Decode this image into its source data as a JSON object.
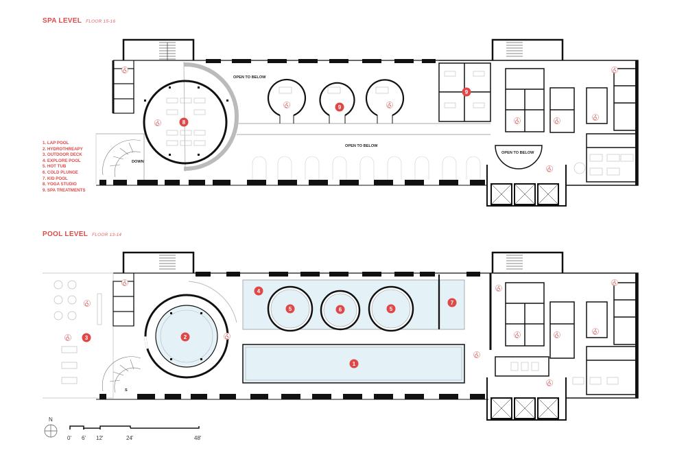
{
  "spa_level": {
    "title": "SPA LEVEL",
    "subtitle": "FLOOR 15-16"
  },
  "pool_level": {
    "title": "POOL LEVEL",
    "subtitle": "FLOOR 13-14"
  },
  "legend": [
    "1. LAP POOL",
    "2. HYDROTHREAPY",
    "3. OUTDOOR DECK",
    "4. EXPLORE POOL",
    "5. HOT TUB",
    "6. COLD PLUNGE",
    "7. KID POOL",
    "8. YOGA STUDIO",
    "9. SPA TREATMENTS"
  ],
  "notes": {
    "open_to_below_top": "OPEN TO BELOW",
    "open_to_below_mid": "OPEN TO BELOW",
    "open_to_below_right": "OPEN TO BELOW",
    "down": "DOWN",
    "stair_s": "S"
  },
  "markers": {
    "spa_8": "8",
    "spa_9a": "9",
    "spa_9b": "9",
    "pool_1": "1",
    "pool_2": "2",
    "pool_3": "3",
    "pool_4": "4",
    "pool_5a": "5",
    "pool_5b": "5",
    "pool_6": "6",
    "pool_7": "7"
  },
  "scale": {
    "north": "N",
    "labels": [
      "0'",
      "6'",
      "12'",
      "24'",
      "48'"
    ]
  },
  "colors": {
    "accent": "#e04848",
    "water": "#e4f1f6",
    "wall": "#111111"
  },
  "icons": [
    "wheelchair-icon",
    "north-arrow-icon"
  ]
}
